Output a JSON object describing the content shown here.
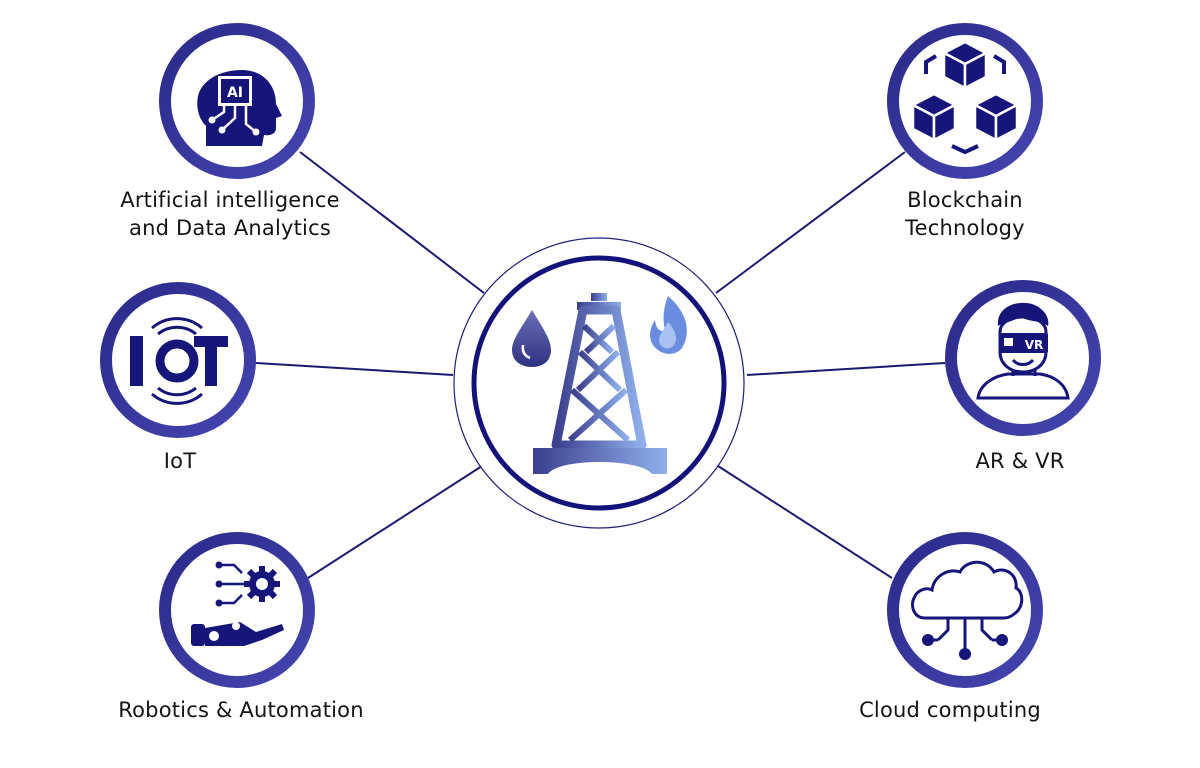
{
  "colors": {
    "ring": "#1e1e7d",
    "ring_inner": "#4040a8",
    "icon": "#15157a",
    "connector": "#1a1a6e",
    "center_gradient_start": "#3b3f8c",
    "center_gradient_end": "#8fb0ec",
    "flame": "#6a8de0"
  },
  "center": {
    "icon": "oil-rig-icon"
  },
  "nodes": {
    "ai": {
      "line1": "Artificial intelligence",
      "line2": "and Data Analytics",
      "icon": "ai-head-icon"
    },
    "iot": {
      "label": "IoT",
      "icon": "iot-icon"
    },
    "robotics": {
      "label": "Robotics & Automation",
      "icon": "robotic-arm-icon"
    },
    "blockchain": {
      "line1": "Blockchain",
      "line2": "Technology",
      "icon": "blockchain-cubes-icon"
    },
    "arvr": {
      "label": "AR & VR",
      "icon": "vr-headset-person-icon"
    },
    "cloud": {
      "label": "Cloud computing",
      "icon": "cloud-network-icon"
    }
  }
}
